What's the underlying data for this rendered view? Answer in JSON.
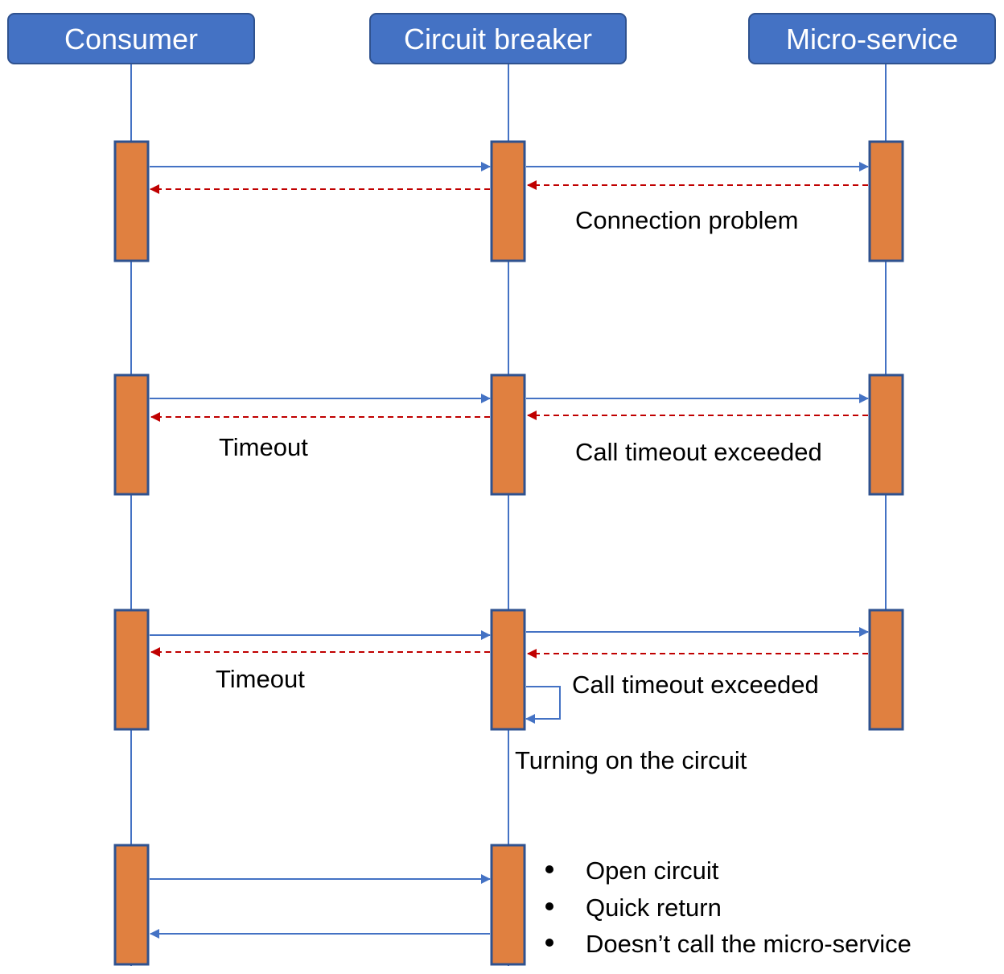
{
  "participants": [
    {
      "id": "consumer",
      "label": "Consumer"
    },
    {
      "id": "breaker",
      "label": "Circuit breaker"
    },
    {
      "id": "service",
      "label": "Micro-service"
    }
  ],
  "messages": {
    "connection_problem": "Connection problem",
    "timeout_1": "Timeout",
    "call_timeout_1": "Call timeout exceeded",
    "timeout_2": "Timeout",
    "call_timeout_2": "Call timeout exceeded",
    "turning_on": "Turning on the circuit"
  },
  "open_circuit_notes": [
    "Open circuit",
    "Quick return",
    "Doesn’t call the micro-service"
  ],
  "colors": {
    "header_fill": "#4472C4",
    "header_stroke": "#2F528F",
    "activation_fill": "#E08040",
    "activation_stroke": "#2F528F",
    "lifeline": "#4472C4",
    "call_arrow": "#4472C4",
    "return_arrow": "#C00000"
  }
}
